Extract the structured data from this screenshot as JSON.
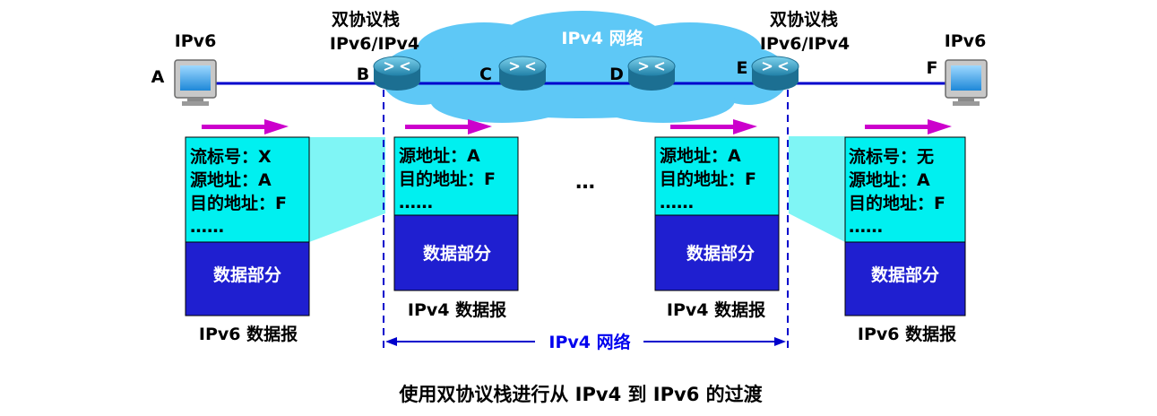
{
  "hosts": {
    "left": {
      "proto": "IPv6",
      "letter": "A"
    },
    "right": {
      "proto": "IPv6",
      "letter": "F"
    }
  },
  "dual_stack_left": {
    "line1": "双协议栈",
    "line2": "IPv6/IPv4"
  },
  "dual_stack_right": {
    "line1": "双协议栈",
    "line2": "IPv6/IPv4"
  },
  "cloud_label": "IPv4 网络",
  "routers": {
    "b": "B",
    "c": "C",
    "d": "D",
    "e": "E"
  },
  "packets": {
    "p1": {
      "lines": [
        "流标号：X",
        "源地址：A",
        "目的地址：F",
        "……"
      ],
      "data": "数据部分",
      "caption": "IPv6 数据报"
    },
    "p2": {
      "lines": [
        "源地址：A",
        "目的地址：F",
        "……"
      ],
      "data": "数据部分",
      "caption": "IPv4 数据报"
    },
    "p3": {
      "lines": [
        "源地址：A",
        "目的地址：F",
        "……"
      ],
      "data": "数据部分",
      "caption": "IPv4 数据报"
    },
    "p4": {
      "lines": [
        "流标号：无",
        "源地址：A",
        "目的地址：F",
        "……"
      ],
      "data": "数据部分",
      "caption": "IPv6 数据报"
    }
  },
  "ellipsis": "…",
  "span_label": "IPv4 网络",
  "footer_caption": "使用双协议栈进行从 IPv4 到 IPv6 的过渡",
  "colors": {
    "header": "#00f0f0",
    "data": "#1f1fd0",
    "arrow": "#cc00cc",
    "line": "#0000cc",
    "cloud": "#5ec8f6",
    "router": "#2f94b8"
  }
}
